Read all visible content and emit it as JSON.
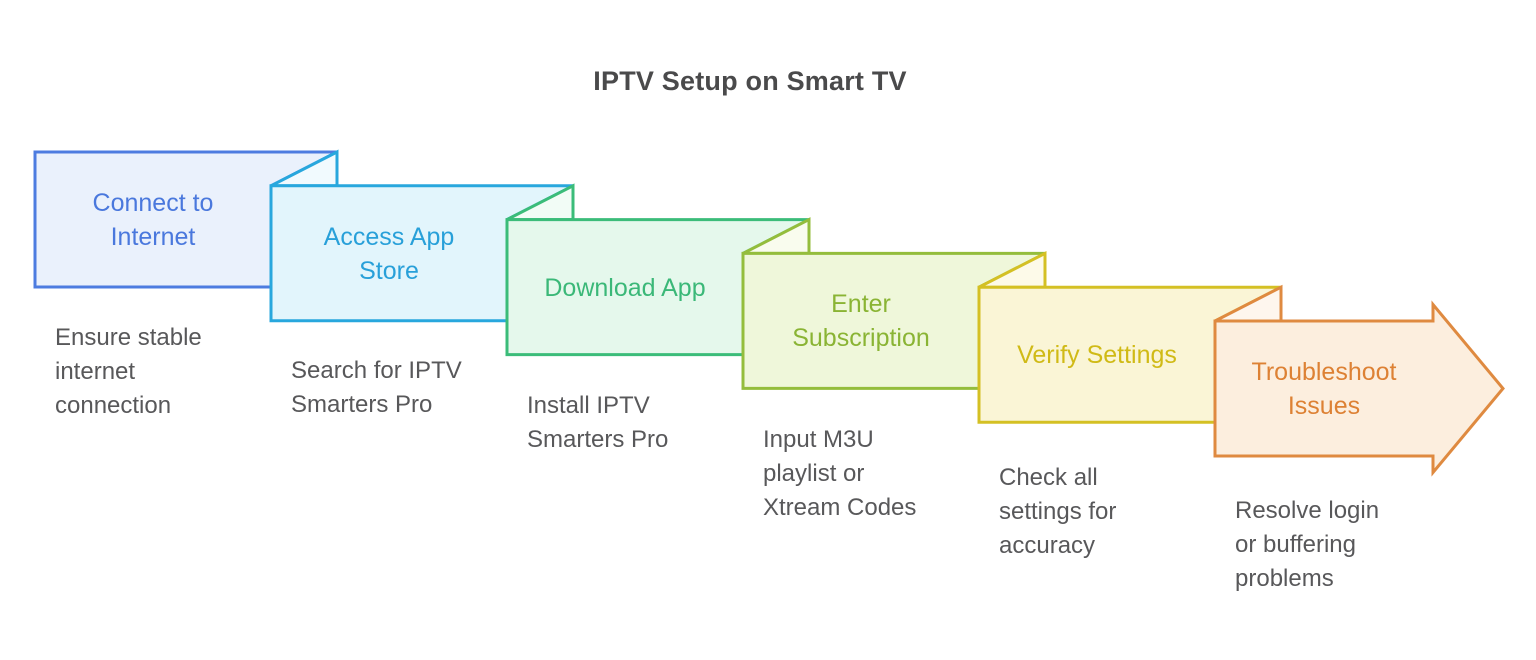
{
  "title": "IPTV Setup on Smart TV",
  "title_color": "#4a4a4b",
  "text_color": "#58585a",
  "background": "#ffffff",
  "steps": [
    {
      "title": "Connect to\nInternet",
      "description": "Ensure stable\ninternet\nconnection",
      "colors": {
        "border": "#4d7ce0",
        "fill": "#eaf1fc",
        "fold": "#f4f8fe",
        "text": "#4a78dd"
      }
    },
    {
      "title": "Access App\nStore",
      "description": "Search for IPTV\nSmarters Pro",
      "colors": {
        "border": "#28a7dd",
        "fill": "#e2f5fc",
        "fold": "#f1fafe",
        "text": "#28a0d9"
      }
    },
    {
      "title": "Download App",
      "description": "Install IPTV\nSmarters Pro",
      "colors": {
        "border": "#3bbc79",
        "fill": "#e5f8ec",
        "fold": "#f2fcf6",
        "text": "#3bb878"
      }
    },
    {
      "title": "Enter\nSubscription",
      "description": "Input M3U\nplaylist or\nXtream Codes",
      "colors": {
        "border": "#94bd3c",
        "fill": "#eff7da",
        "fold": "#f9fcee",
        "text": "#8ab434"
      }
    },
    {
      "title": "Verify Settings",
      "description": "Check all\nsettings for\naccuracy",
      "colors": {
        "border": "#d4c024",
        "fill": "#faf5d6",
        "fold": "#fdfae9",
        "text": "#d0ba16"
      }
    },
    {
      "title": "Troubleshoot\nIssues",
      "description": "Resolve login\nor buffering\nproblems",
      "colors": {
        "border": "#df8a40",
        "fill": "#fceede",
        "fold": "#fef6ee",
        "text": "#dd8134"
      }
    }
  ]
}
